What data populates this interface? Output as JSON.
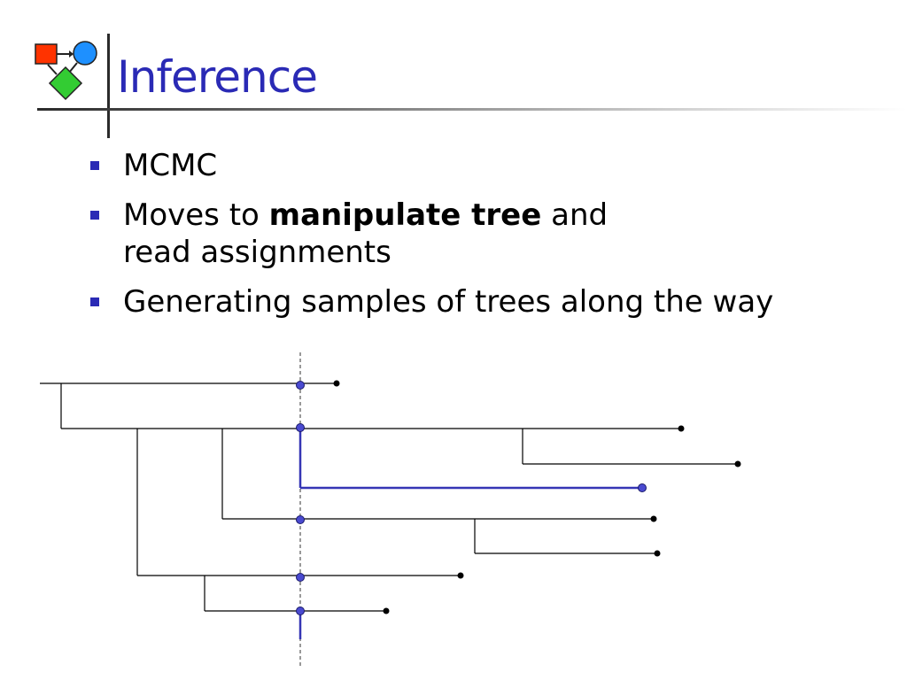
{
  "slide": {
    "title": "Inference",
    "logo_icon": "shapes-logo-icon",
    "accent_color": "#2a2ab5"
  },
  "bullets": [
    {
      "text": "MCMC"
    },
    {
      "prefix": "Moves to ",
      "bold": "manipulate tree",
      "suffix": " and",
      "line2": "read assignments"
    },
    {
      "text": "Generating samples of trees along the way"
    }
  ],
  "diagram": {
    "type": "phylogenetic-tree",
    "leaf_count": 8,
    "cut_line": "dashed vertical line crossing tree branches",
    "highlighted_branch_color": "#3535b5",
    "node_marker_color": "#4a4ad0"
  }
}
